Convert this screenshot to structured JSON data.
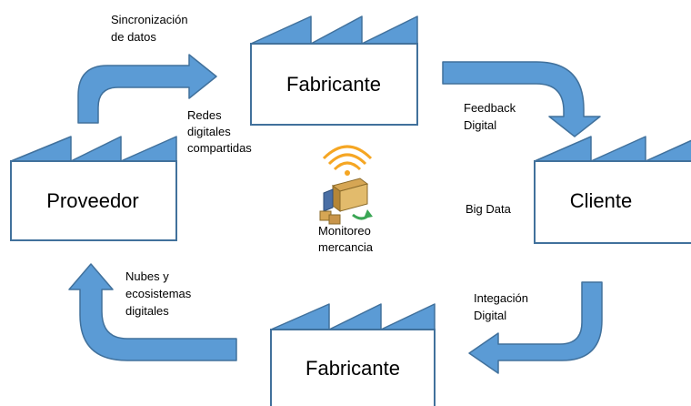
{
  "nodes": {
    "fabricante_top": "Fabricante",
    "proveedor": "Proveedor",
    "cliente": "Cliente",
    "fabricante_bottom": "Fabricante"
  },
  "annotations": {
    "sincronizacion": [
      "Sincronización",
      "de datos"
    ],
    "redes": [
      "Redes",
      "digitales",
      "compartidas"
    ],
    "feedback": [
      "Feedback",
      "Digital"
    ],
    "big_data": [
      "Big Data"
    ],
    "integacion": [
      "Integación",
      "Digital"
    ],
    "nubes": [
      "Nubes y",
      "ecosistemas",
      "digitales"
    ],
    "monitoreo": [
      "Monitoreo",
      "mercancia"
    ]
  },
  "icons": {
    "factory": "factory-icon",
    "cycle_arrow": "curved-arrow-icon",
    "monitoring": "wifi-truck-boxes-icon"
  },
  "colors": {
    "accent": "#5b9bd5",
    "outline": "#41719c",
    "wifi": "#f5a623"
  }
}
